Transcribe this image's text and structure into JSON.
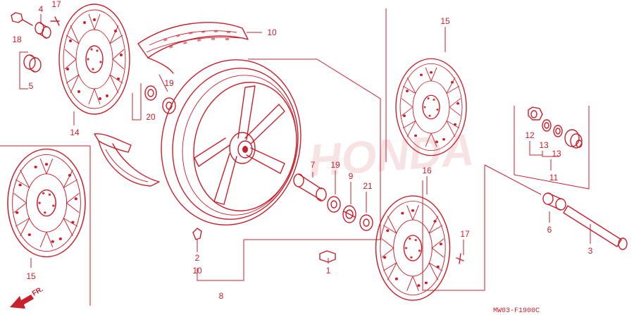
{
  "diagram": {
    "type": "exploded-parts-view",
    "color": "#c8202c",
    "watermark": "HONDA",
    "reference_code": "MW03-F1900C",
    "direction_label": "FR.",
    "callouts": [
      {
        "id": "c4",
        "label": "4"
      },
      {
        "id": "c17a",
        "label": "17"
      },
      {
        "id": "c18",
        "label": "18"
      },
      {
        "id": "c5",
        "label": "5"
      },
      {
        "id": "c14",
        "label": "14"
      },
      {
        "id": "c10a",
        "label": "10"
      },
      {
        "id": "c19a",
        "label": "19"
      },
      {
        "id": "c20",
        "label": "20"
      },
      {
        "id": "c15a",
        "label": "15"
      },
      {
        "id": "c15b",
        "label": "15"
      },
      {
        "id": "c7",
        "label": "7"
      },
      {
        "id": "c19b",
        "label": "19"
      },
      {
        "id": "c9",
        "label": "9"
      },
      {
        "id": "c21",
        "label": "21"
      },
      {
        "id": "c2",
        "label": "2"
      },
      {
        "id": "c10b",
        "label": "10"
      },
      {
        "id": "c8",
        "label": "8"
      },
      {
        "id": "c1",
        "label": "1"
      },
      {
        "id": "c16",
        "label": "16"
      },
      {
        "id": "c17b",
        "label": "17"
      },
      {
        "id": "c12",
        "label": "12"
      },
      {
        "id": "c13a",
        "label": "13"
      },
      {
        "id": "c13b",
        "label": "13"
      },
      {
        "id": "c11",
        "label": "11"
      },
      {
        "id": "c6",
        "label": "6"
      },
      {
        "id": "c3",
        "label": "3"
      }
    ]
  }
}
